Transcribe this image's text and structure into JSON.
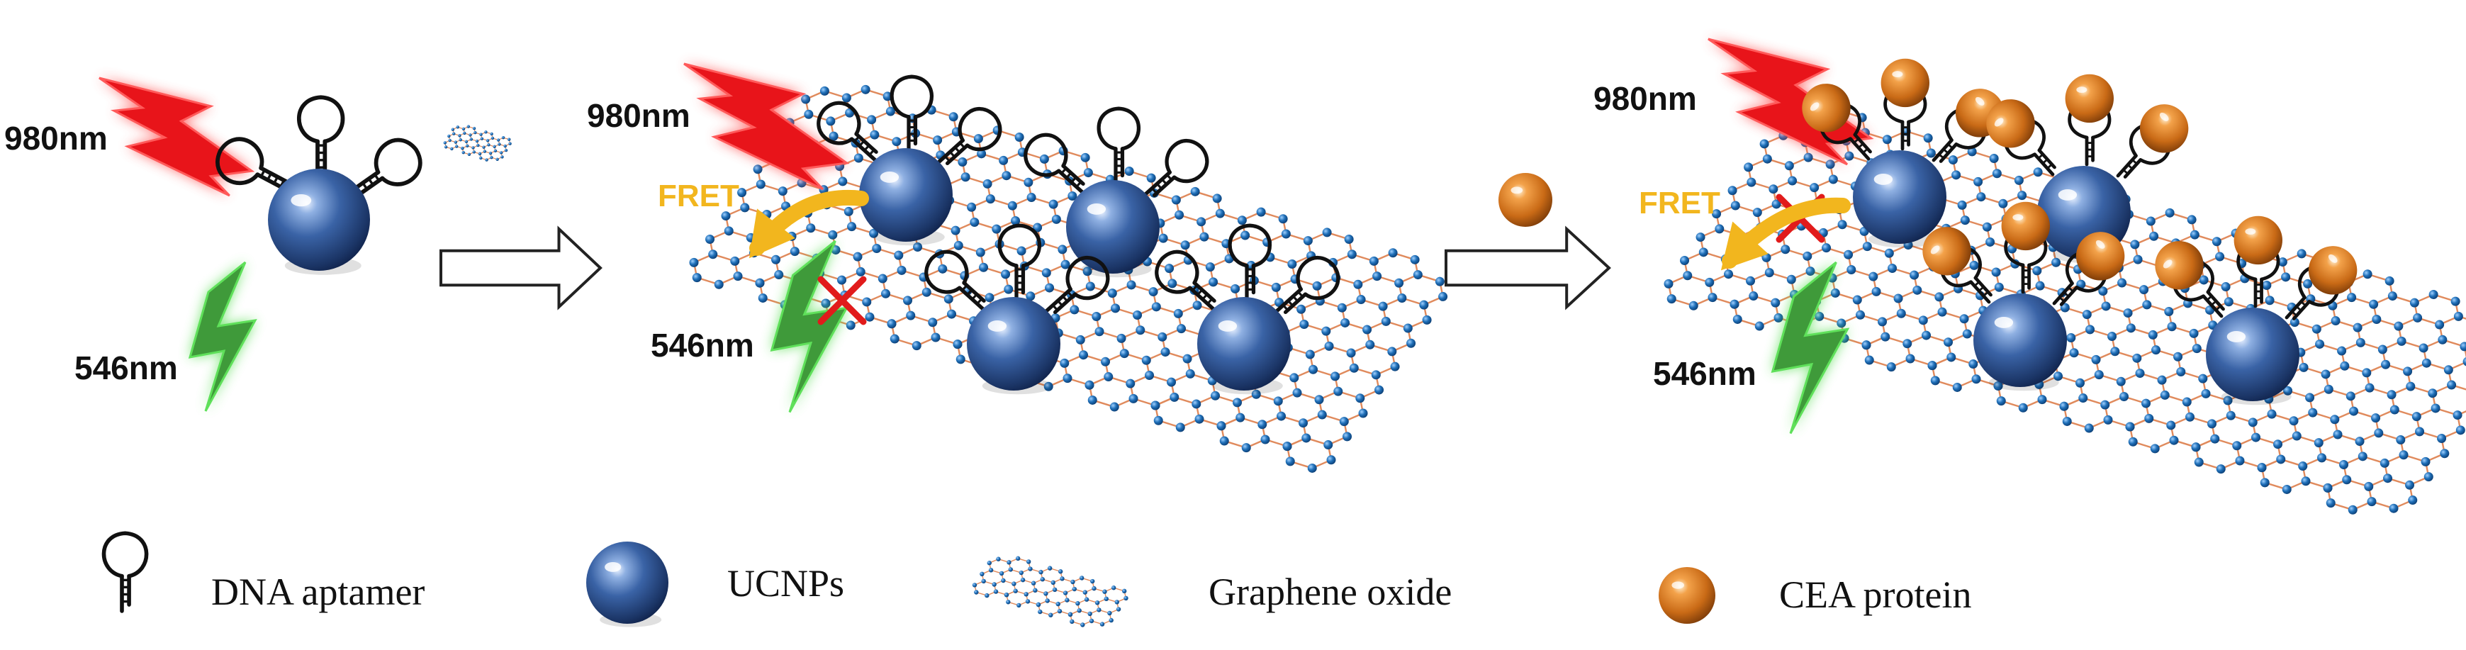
{
  "labels": {
    "wavelength_excitation": "980nm",
    "wavelength_emission": "546nm",
    "fret": "FRET"
  },
  "legend": {
    "dna_aptamer": "DNA aptamer",
    "ucnps": "UCNPs",
    "graphene_oxide": "Graphene oxide",
    "cea_protein": "CEA protein"
  },
  "colors": {
    "excitation_bolt": "#e8141a",
    "emission_bolt": "#3f9a3a",
    "emission_glow": "#5fe05a",
    "ucnp": "#2c4f86",
    "cea": "#d9791f",
    "graphene_node": "#1f6fb8",
    "graphene_bond": "#e08a5c",
    "fret_arrow": "#f2b61e",
    "block_cross": "#e11b1b"
  }
}
